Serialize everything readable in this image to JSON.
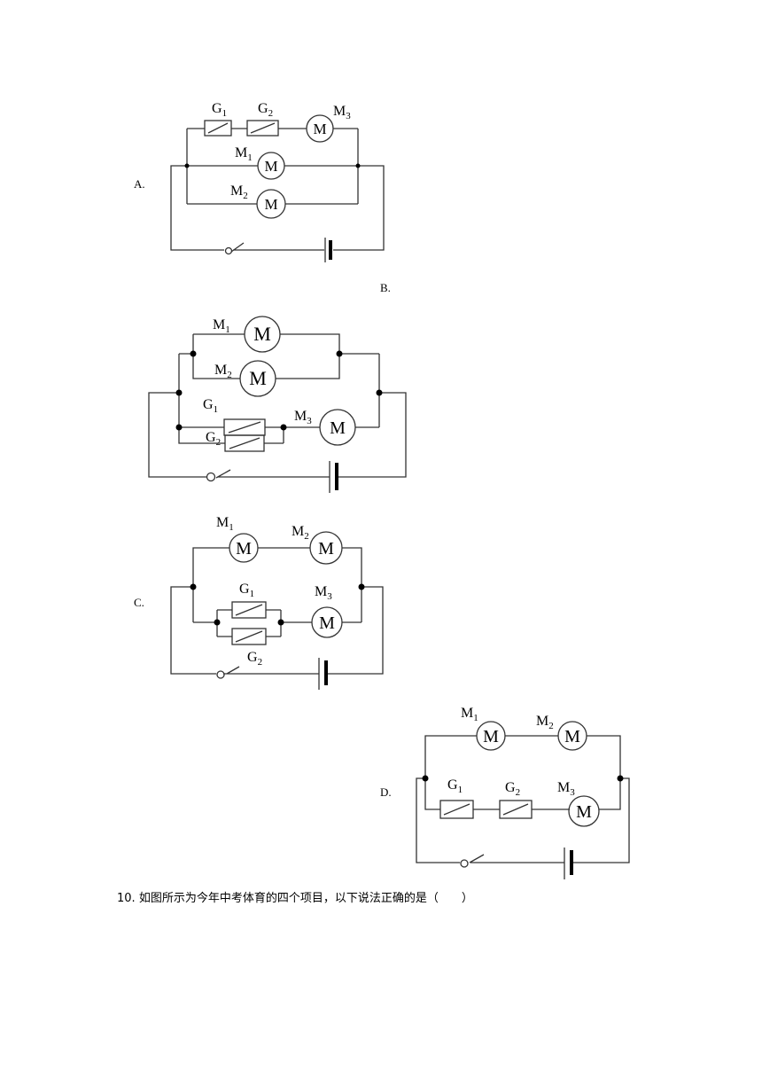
{
  "options": {
    "a": {
      "label": "A."
    },
    "b": {
      "label": "B."
    },
    "c": {
      "label": "C."
    },
    "d": {
      "label": "D."
    }
  },
  "components": {
    "g1": {
      "base": "G",
      "sub": "1"
    },
    "g2": {
      "base": "G",
      "sub": "2"
    },
    "m1": {
      "base": "M",
      "sub": "1"
    },
    "m2": {
      "base": "M",
      "sub": "2"
    },
    "m3": {
      "base": "M",
      "sub": "3"
    },
    "motor_symbol": "M"
  },
  "question": {
    "number": "10.",
    "text": "如图所示为今年中考体育的四个项目，以下说法正确的是（　　）"
  }
}
